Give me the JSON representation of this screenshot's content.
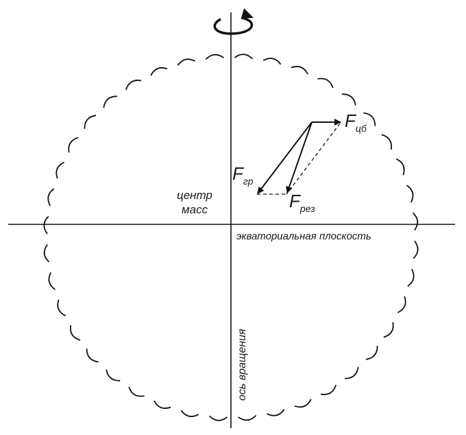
{
  "labels": {
    "center_line1": "центр",
    "center_line2": "масс",
    "equatorial_plane": "экваториальная плоскость",
    "rotation_axis": "ось вращения"
  },
  "forces": {
    "gravity": {
      "symbol": "F",
      "subscript": "гр"
    },
    "centrifugal": {
      "symbol": "F",
      "subscript": "цб"
    },
    "resultant": {
      "symbol": "F",
      "subscript": "рез"
    }
  },
  "colors": {
    "ink": "#111111",
    "background": "#ffffff"
  },
  "icons": {
    "rotation": "rotation-arrow-icon"
  }
}
